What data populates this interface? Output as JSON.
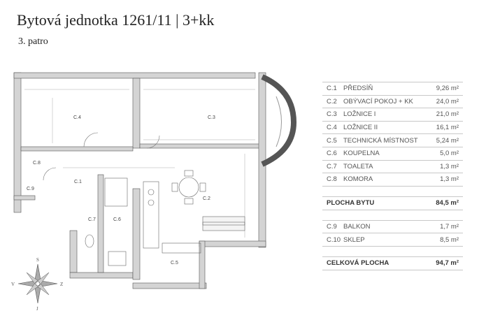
{
  "header": {
    "title": "Bytová jednotka 1261/11  |  3+kk",
    "floor": "3. patro"
  },
  "plan_labels": {
    "c1": "C.1",
    "c2": "C.2",
    "c3": "C.3",
    "c4": "C.4",
    "c5": "C.5",
    "c6": "C.6",
    "c7": "C.7",
    "c8": "C.8",
    "c9": "C.9"
  },
  "compass": {
    "north": "S",
    "south": "J",
    "west": "V",
    "east": "Z"
  },
  "rooms": [
    {
      "code": "C.1",
      "name": "PŘEDSÍŇ",
      "area": "9,26 m²"
    },
    {
      "code": "C.2",
      "name": "OBÝVACÍ POKOJ + KK",
      "area": "24,0 m²"
    },
    {
      "code": "C.3",
      "name": "LOŽNICE I",
      "area": "21,0 m²"
    },
    {
      "code": "C.4",
      "name": "LOŽNICE II",
      "area": "16,1 m²"
    },
    {
      "code": "C.5",
      "name": "TECHNICKÁ MÍSTNOST",
      "area": "5,24 m²"
    },
    {
      "code": "C.6",
      "name": "KOUPELNA",
      "area": "5,0 m²"
    },
    {
      "code": "C.7",
      "name": "TOALETA",
      "area": "1,3 m²"
    },
    {
      "code": "C.8",
      "name": "KOMORA",
      "area": "1,3 m²"
    }
  ],
  "flat_total": {
    "label": "PLOCHA BYTU",
    "area": "84,5 m²"
  },
  "extra_rooms": [
    {
      "code": "C.9",
      "name": "BALKON",
      "area": "1,7 m²"
    },
    {
      "code": "C.10",
      "name": "SKLEP",
      "area": "8,5 m²"
    }
  ],
  "grand_total": {
    "label": "CELKOVÁ PLOCHA",
    "area": "94,7 m²"
  }
}
